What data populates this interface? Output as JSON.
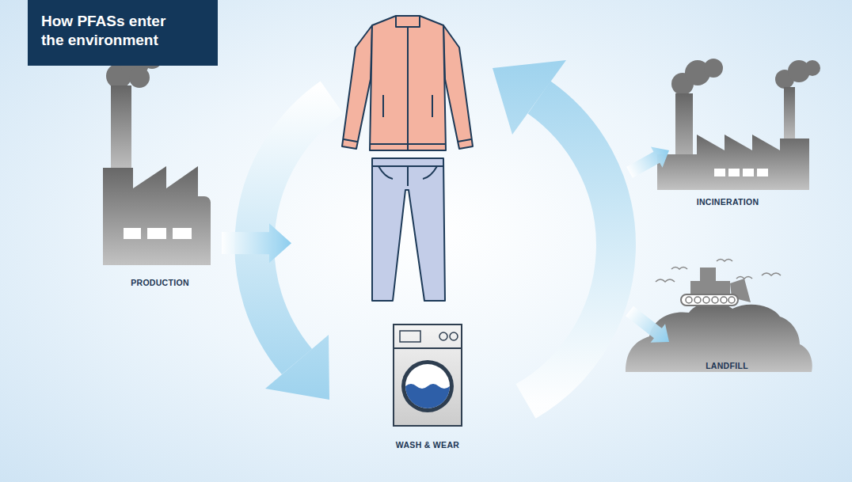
{
  "diagram": {
    "title": "How PFASs enter the environment",
    "nodes": [
      {
        "text": [
          "PRODUCTION"
        ]
      },
      {
        "text": [
          "WASH & WEAR"
        ]
      },
      {
        "text": [
          "INCINERATION"
        ]
      },
      {
        "text": [
          "LANDFILL"
        ]
      }
    ],
    "edges": [
      {
        "from": 0,
        "to": 1,
        "arrow": "to"
      },
      {
        "from": 1,
        "to": 2,
        "arrow": "to"
      },
      {
        "from": 1,
        "to": 3,
        "arrow": "to"
      }
    ]
  }
}
